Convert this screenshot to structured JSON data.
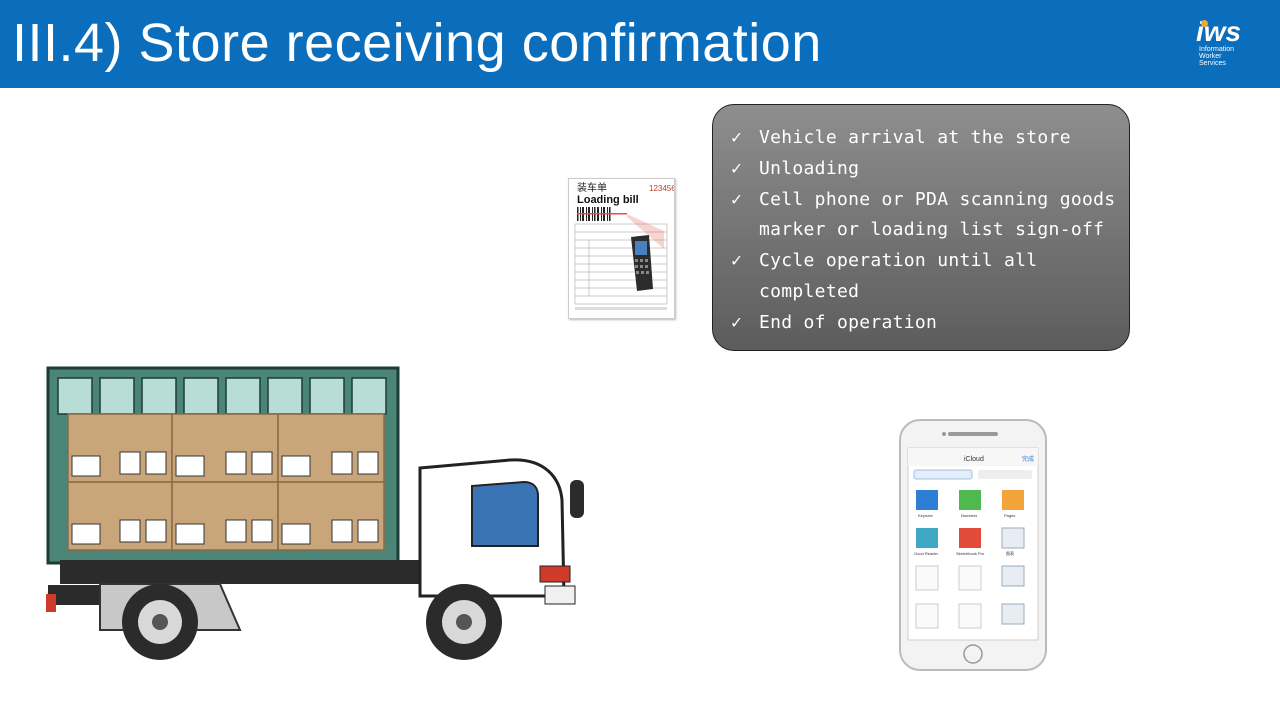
{
  "header": {
    "title": "III.4) Store receiving confirmation",
    "background_color": "#0a6ebd",
    "logo": {
      "name": "iws",
      "line1": "Information",
      "line2": "Worker",
      "line3": "Services"
    }
  },
  "steps": [
    {
      "icon": "✓",
      "text": "Vehicle arrival at the store"
    },
    {
      "icon": "✓",
      "text": "Unloading"
    },
    {
      "icon": "✓",
      "text": "Cell phone or PDA scanning goods"
    },
    {
      "icon": "",
      "text": "marker or loading list sign-off"
    },
    {
      "icon": "✓",
      "text": "Cycle operation until all"
    },
    {
      "icon": "",
      "text": "completed"
    },
    {
      "icon": "✓",
      "text": "End of operation"
    }
  ],
  "loading_bill": {
    "title_cn": "装车单",
    "title_en": "Loading bill",
    "number": "123456"
  },
  "phone": {
    "app_title": "iCloud",
    "action": "完成",
    "apps": [
      "Keynote",
      "Numbers",
      "Pages",
      "Good Reader",
      "Sketchbook Pro",
      "图表"
    ]
  }
}
